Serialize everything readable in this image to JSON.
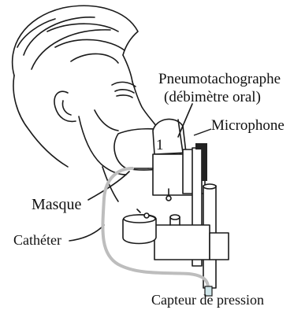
{
  "labels": {
    "pneumotachograph": "Pneumotachographe",
    "flow_meter": "(débimètre oral)",
    "microphone": "Microphone",
    "mask": "Masque",
    "catheter": "Cathéter",
    "pressure_sensor": "Capteur de pression",
    "one": "1"
  },
  "colors": {
    "line": "#1a1a1a",
    "catheter_tube": "#bdbdbd",
    "sensor": "#cfe6ea",
    "microphone_bar": "#222222"
  }
}
